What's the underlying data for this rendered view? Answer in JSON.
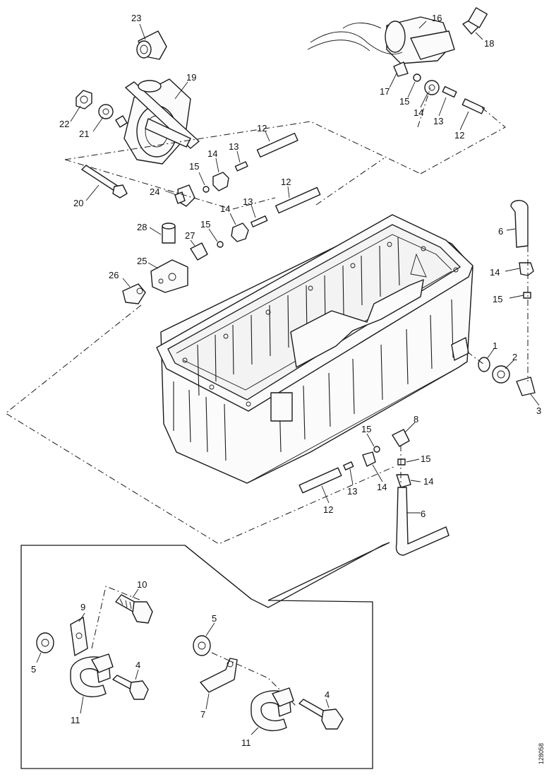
{
  "callouts": {
    "c23": "23",
    "c19": "19",
    "c22": "22",
    "c21": "21",
    "c20": "20",
    "c16": "16",
    "c18": "18",
    "c17": "17",
    "c15a": "15",
    "c14a": "14",
    "c13a": "13",
    "c12a": "12",
    "c12b": "12",
    "c13b": "13",
    "c14b": "14",
    "c15b": "15",
    "c24": "24",
    "c12c": "12",
    "c13c": "13",
    "c14c": "14",
    "c15c": "15",
    "c28": "28",
    "c27": "27",
    "c25": "25",
    "c26": "26",
    "c6a": "6",
    "c14d": "14",
    "c15d": "15",
    "c1": "1",
    "c2": "2",
    "c3": "3",
    "c8": "8",
    "c15e": "15",
    "c15f": "15",
    "c14e": "14",
    "c14f": "14",
    "c13d": "13",
    "c12d": "12",
    "c6b": "6",
    "c10": "10",
    "c9": "9",
    "c5a": "5",
    "c4a": "4",
    "c11a": "11",
    "c5b": "5",
    "c7": "7",
    "c4b": "4",
    "c11b": "11"
  },
  "drawing_code": "128058"
}
